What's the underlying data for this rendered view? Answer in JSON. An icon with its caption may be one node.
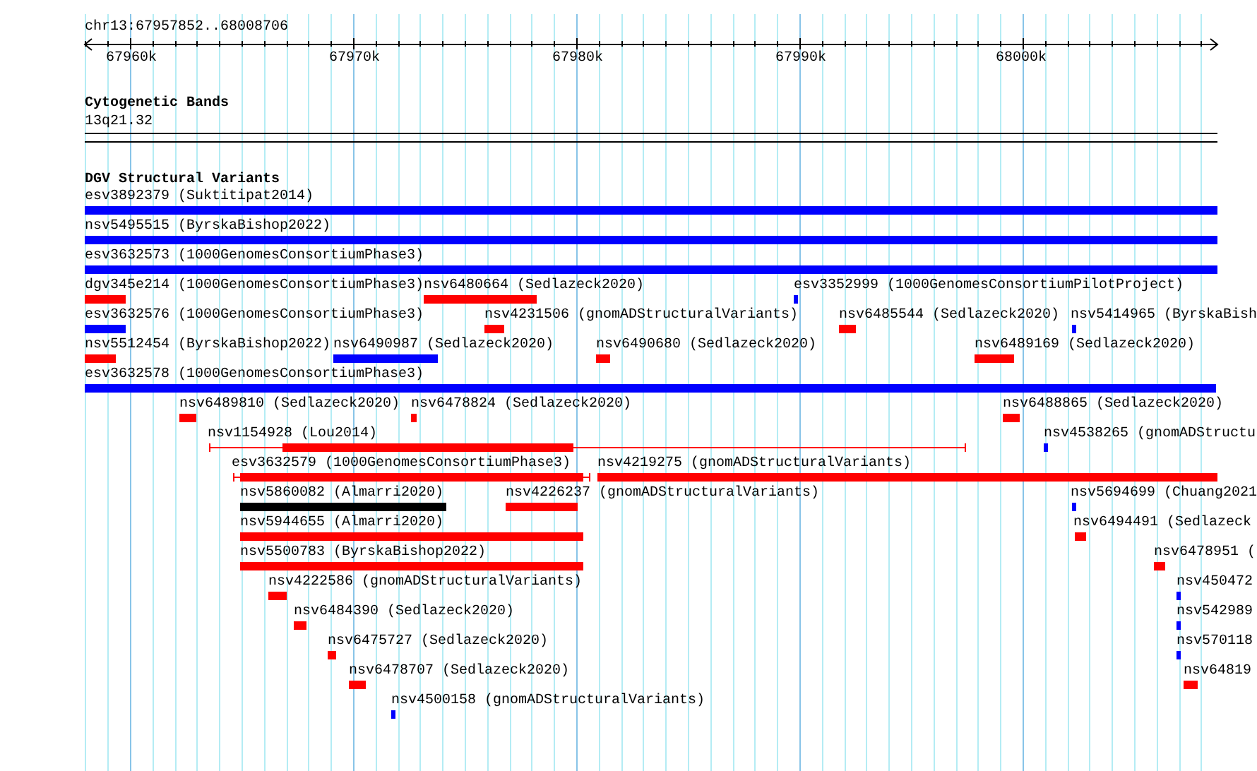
{
  "diagram": {
    "nodes": [
      {
        "text": [
          "esv3892379 (Suktitipat2014)"
        ]
      },
      {
        "text": [
          "nsv5495515 (ByrskaBishop2022)"
        ]
      },
      {
        "text": [
          "esv3632573 (1000GenomesConsortiumPhase3)"
        ]
      },
      {
        "text": [
          "dgv345e214 (1000GenomesConsortiumPhase3)"
        ]
      },
      {
        "text": [
          "nsv6480664 (Sedlazeck2020)"
        ]
      },
      {
        "text": [
          "esv3352999 (1000GenomesConsortiumPilotProject)"
        ]
      },
      {
        "text": [
          "esv3632576 (1000GenomesConsortiumPhase3)"
        ]
      },
      {
        "text": [
          "nsv4231506 (gnomADStructuralVariants)"
        ]
      },
      {
        "text": [
          "nsv6485544 (Sedlazeck2020)"
        ]
      },
      {
        "text": [
          "nsv5414965 (ByrskaBish"
        ]
      },
      {
        "text": [
          "nsv5512454 (ByrskaBishop2022)"
        ]
      },
      {
        "text": [
          "nsv6490987 (Sedlazeck2020)"
        ]
      },
      {
        "text": [
          "nsv6490680 (Sedlazeck2020)"
        ]
      },
      {
        "text": [
          "nsv6489169 (Sedlazeck2020)"
        ]
      },
      {
        "text": [
          "esv3632578 (1000GenomesConsortiumPhase3)"
        ]
      },
      {
        "text": [
          "nsv6489810 (Sedlazeck2020)"
        ]
      },
      {
        "text": [
          "nsv6478824 (Sedlazeck2020)"
        ]
      },
      {
        "text": [
          "nsv6488865 (Sedlazeck2020)"
        ]
      },
      {
        "text": [
          "nsv1154928 (Lou2014)"
        ]
      },
      {
        "text": [
          "nsv4538265 (gnomADStructu"
        ]
      },
      {
        "text": [
          "esv3632579 (1000GenomesConsortiumPhase3)"
        ]
      },
      {
        "text": [
          "nsv4219275 (gnomADStructuralVariants)"
        ]
      },
      {
        "text": [
          "nsv5860082 (Almarri2020)"
        ]
      },
      {
        "text": [
          "nsv4226237 (gnomADStructuralVariants)"
        ]
      },
      {
        "text": [
          "nsv5694699 (Chuang2021"
        ]
      },
      {
        "text": [
          "nsv5944655 (Almarri2020)"
        ]
      },
      {
        "text": [
          "nsv6494491 (Sedlazeck"
        ]
      },
      {
        "text": [
          "nsv5500783 (ByrskaBishop2022)"
        ]
      },
      {
        "text": [
          "nsv6478951 ("
        ]
      },
      {
        "text": [
          "nsv4222586 (gnomADStructuralVariants)"
        ]
      },
      {
        "text": [
          "nsv450472"
        ]
      },
      {
        "text": [
          "nsv6484390 (Sedlazeck2020)"
        ]
      },
      {
        "text": [
          "nsv542989"
        ]
      },
      {
        "text": [
          "nsv6475727 (Sedlazeck2020)"
        ]
      },
      {
        "text": [
          "nsv570118"
        ]
      },
      {
        "text": [
          "nsv6478707 (Sedlazeck2020)"
        ]
      },
      {
        "text": [
          "nsv64819"
        ]
      },
      {
        "text": [
          "nsv4500158 (gnomADStructuralVariants)"
        ]
      }
    ],
    "labels": [
      "chr13:67957852..68008706",
      "67960k",
      "67970k",
      "67980k",
      "67990k",
      "68000k",
      "Cytogenetic Bands",
      "13q21.32",
      "DGV Structural Variants"
    ]
  }
}
